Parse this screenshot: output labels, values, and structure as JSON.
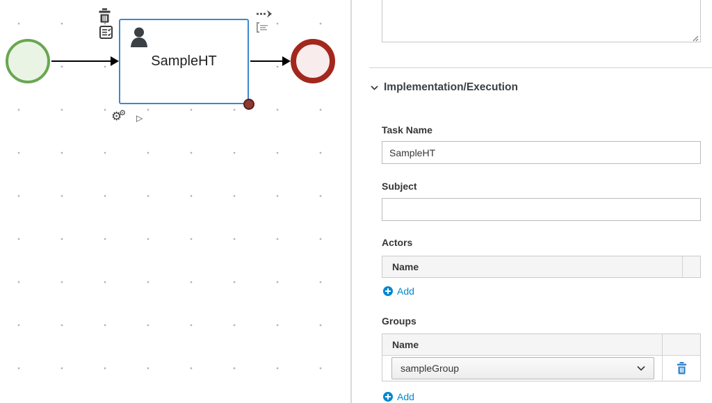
{
  "colors": {
    "link_blue": "#0088ce",
    "task_border_blue": "#3b87d0",
    "start_event_green": "#69a652",
    "end_event_red": "#a3271d",
    "magnet_dot_red": "#8d3934"
  },
  "canvas": {
    "task_label": "SampleHT",
    "icons": [
      "trash-icon",
      "form-icon",
      "create-connection-icon",
      "create-node-icon",
      "gears-icon",
      "play-icon"
    ]
  },
  "panel": {
    "section_title": "Implementation/Execution",
    "task_name": {
      "label": "Task Name",
      "value": "SampleHT"
    },
    "subject": {
      "label": "Subject",
      "value": ""
    },
    "actors": {
      "label": "Actors",
      "column_header": "Name",
      "add_label": "Add"
    },
    "groups": {
      "label": "Groups",
      "column_header": "Name",
      "selected_value": "sampleGroup",
      "add_label": "Add"
    }
  },
  "glyphs": {
    "gear": "⚙",
    "play": "▷"
  }
}
